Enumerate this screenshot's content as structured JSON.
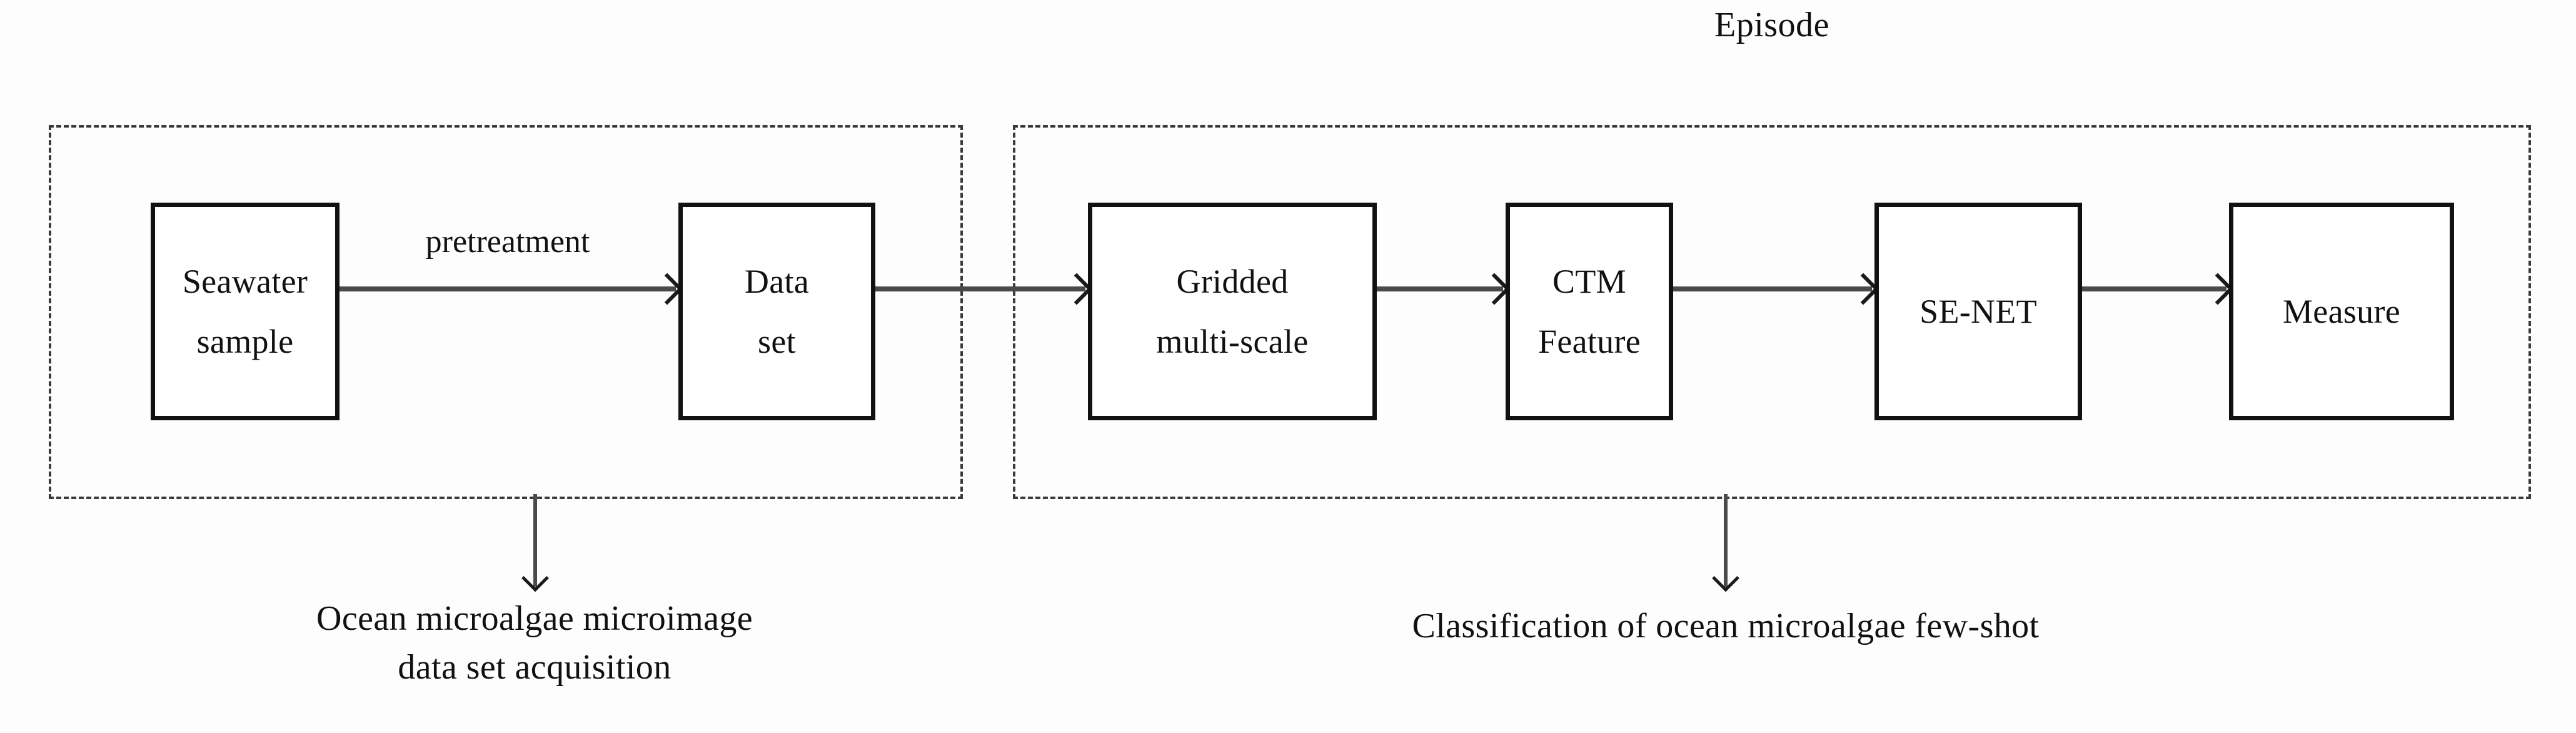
{
  "diagram": {
    "episode_title": "Episode",
    "groups": [
      {
        "id": "acquisition",
        "caption_line1": "Ocean microalgae microimage",
        "caption_line2": "data set acquisition"
      },
      {
        "id": "episode",
        "caption_line1": "Classification of ocean microalgae few-shot"
      }
    ],
    "nodes": [
      {
        "id": "seawater",
        "line1": "Seawater",
        "line2": "sample"
      },
      {
        "id": "dataset",
        "line1": "Data",
        "line2": "set"
      },
      {
        "id": "gridded",
        "line1": "Gridded",
        "line2": "multi-scale"
      },
      {
        "id": "ctm",
        "line1": "CTM",
        "line2": "Feature"
      },
      {
        "id": "senet",
        "line1": "SE-NET",
        "line2": ""
      },
      {
        "id": "measure",
        "line1": "Measure",
        "line2": ""
      }
    ],
    "edge_labels": {
      "pretreatment": "pretreatment"
    },
    "colors": {
      "background": "#fdfdfd",
      "node_border": "#111111",
      "group_border": "#3a3a3a",
      "arrow": "#4a4a4a",
      "text": "#111111"
    }
  }
}
